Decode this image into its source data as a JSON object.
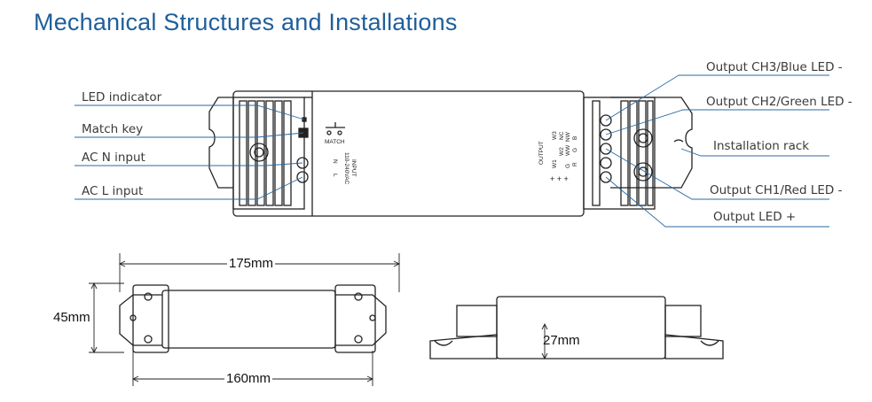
{
  "title": "Mechanical Structures and Installations",
  "labels": {
    "led_indicator": "LED indicator",
    "match_key": "Match key",
    "ac_n_input": "AC N input",
    "ac_l_input": "AC L input",
    "output_ch3": "Output CH3/Blue LED -",
    "output_ch2": "Output CH2/Green LED -",
    "installation_rack": "Installation rack",
    "output_ch1": "Output CH1/Red LED -",
    "output_led_plus": "Output LED +"
  },
  "device_text": {
    "match": "MATCH",
    "input": "INPUT",
    "voltage": "110-240VAC",
    "n": "N",
    "l": "L",
    "output": "OUTPUT",
    "out_col1": [
      "W3",
      "B"
    ],
    "out_col2": [
      "NC",
      "G"
    ],
    "out_col3": [
      "W1",
      "R"
    ],
    "out_col4": [
      "W2",
      "WW"
    ],
    "out_col5": [
      "NW",
      "G"
    ],
    "plus_signs": "+ + +"
  },
  "dimensions": {
    "total_length": "175mm",
    "height": "45mm",
    "mount_length": "160mm",
    "thickness": "27mm"
  },
  "colors": {
    "title": "#1f5f9a",
    "leader_line": "#2a6aa6",
    "outline": "#222222"
  }
}
